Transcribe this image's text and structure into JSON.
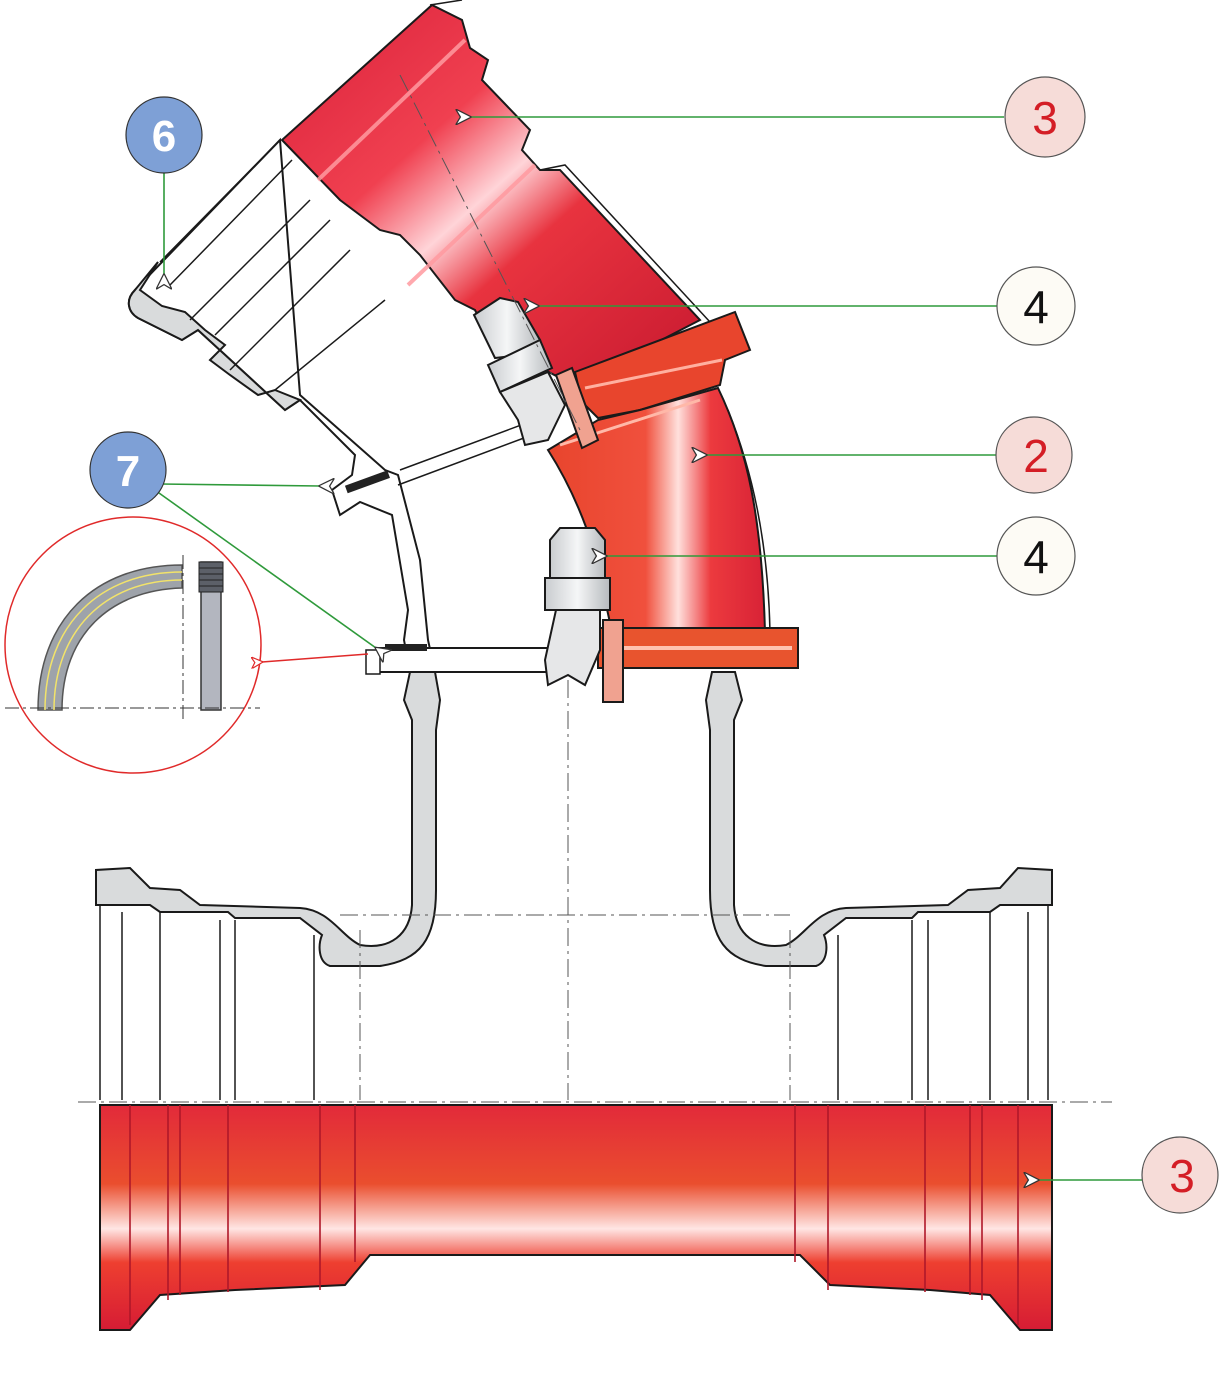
{
  "callouts": {
    "upper_pipe": {
      "label": "3",
      "text_color": "#d41e26",
      "fill": "#f6dcd8"
    },
    "upper_bolt": {
      "label": "4",
      "text_color": "#111111",
      "fill": "#fdfbf5"
    },
    "elbow": {
      "label": "2",
      "text_color": "#d41e26",
      "fill": "#f6dcd8"
    },
    "lower_bolt": {
      "label": "4",
      "text_color": "#111111",
      "fill": "#fdfbf5"
    },
    "bottom_pipe": {
      "label": "3",
      "text_color": "#d41e26",
      "fill": "#f6dcd8"
    }
  },
  "badges": {
    "upper_seal": {
      "label": "6",
      "fill": "#7ea0d6"
    },
    "gasket": {
      "label": "7",
      "fill": "#7ea0d6"
    }
  },
  "colors": {
    "pipe_red": "#e0303d",
    "pipe_orange": "#e8542e",
    "leader_green": "#2f9a3b",
    "detail_red": "#e02a2a",
    "casting_gray": "#d9dbdc"
  }
}
